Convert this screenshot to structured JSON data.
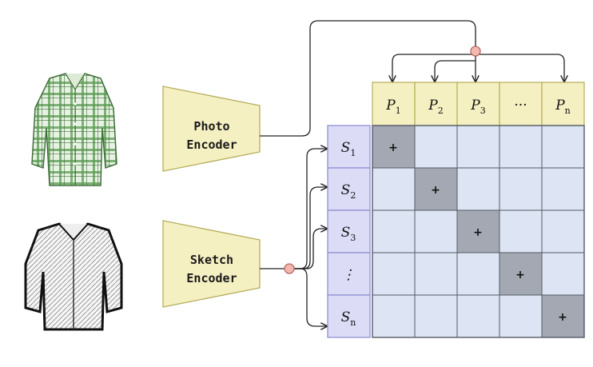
{
  "photo_encoder": {
    "line1": "Photo",
    "line2": "Encoder"
  },
  "sketch_encoder": {
    "line1": "Sketch",
    "line2": "Encoder"
  },
  "photo_labels": [
    {
      "base": "P",
      "sub": "1"
    },
    {
      "base": "P",
      "sub": "2"
    },
    {
      "base": "P",
      "sub": "3"
    },
    {
      "base": "···",
      "sub": ""
    },
    {
      "base": "P",
      "sub": "n"
    }
  ],
  "sketch_labels": [
    {
      "base": "S",
      "sub": "1"
    },
    {
      "base": "S",
      "sub": "2"
    },
    {
      "base": "S",
      "sub": "3"
    },
    {
      "base": "⋮",
      "sub": ""
    },
    {
      "base": "S",
      "sub": "n"
    }
  ],
  "positive_mark": "+",
  "colors": {
    "encoder_fill": "#f5f0c2",
    "encoder_stroke": "#b5ad5a",
    "photo_header_fill": "#f5f0c2",
    "sketch_header_fill": "#dcdcf7",
    "sketch_header_stroke": "#8a8ad0",
    "grid_fill": "#dde4f3",
    "grid_stroke": "#555b66",
    "diag_fill": "#a3a8b3",
    "junction_fill": "#f2b8b0",
    "junction_stroke": "#b56a64",
    "shirt_green": "#5b9a52",
    "line": "#222222"
  },
  "images": {
    "photo": "checked-shirt-photo",
    "sketch": "shirt-sketch"
  }
}
